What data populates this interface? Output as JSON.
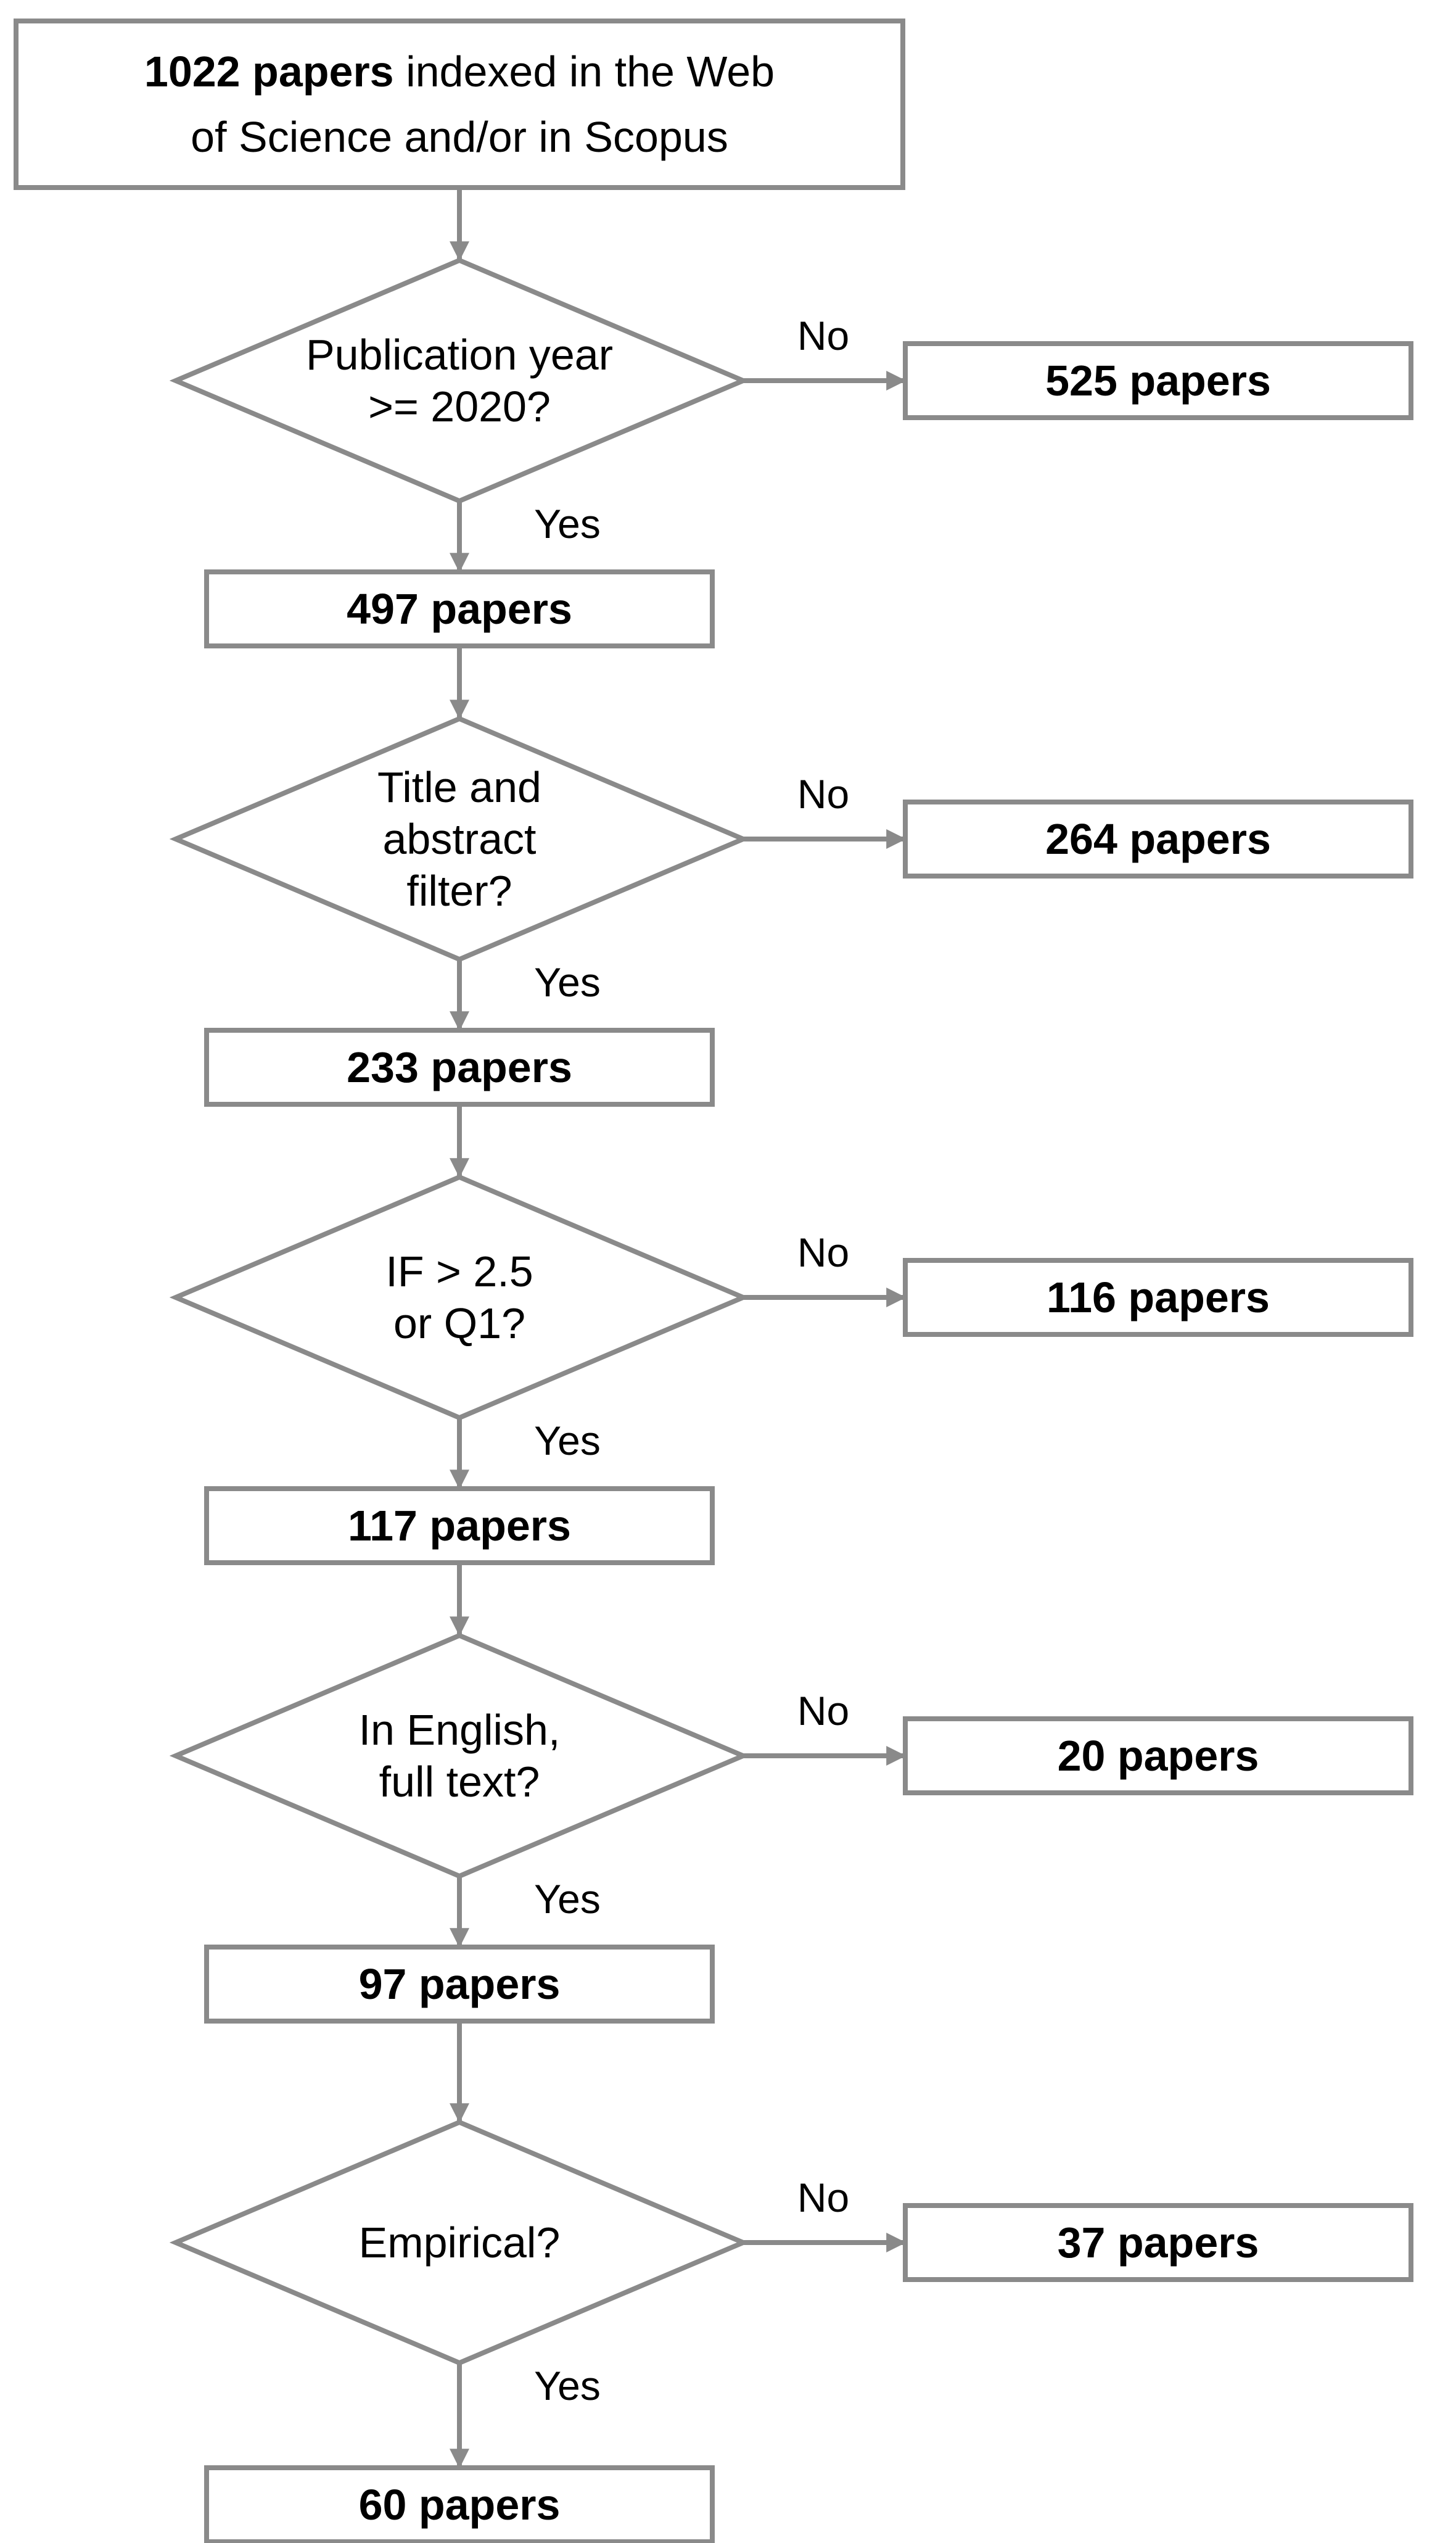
{
  "start": {
    "bold": "1022 papers",
    "rest": " indexed in the Web",
    "line2": "of Science and/or in Scopus"
  },
  "steps": [
    {
      "question": [
        "Publication year",
        ">= 2020?"
      ],
      "no_label": "No",
      "excluded": "525 papers",
      "yes_label": "Yes",
      "remaining": "497 papers"
    },
    {
      "question": [
        "Title and",
        "abstract",
        "filter?"
      ],
      "no_label": "No",
      "excluded": "264 papers",
      "yes_label": "Yes",
      "remaining": "233 papers"
    },
    {
      "question": [
        "IF > 2.5",
        "or Q1?"
      ],
      "no_label": "No",
      "excluded": "116 papers",
      "yes_label": "Yes",
      "remaining": "117 papers"
    },
    {
      "question": [
        "In English,",
        "full text?"
      ],
      "no_label": "No",
      "excluded": "20 papers",
      "yes_label": "Yes",
      "remaining": "97 papers"
    },
    {
      "question": [
        "Empirical?"
      ],
      "no_label": "No",
      "excluded": "37 papers",
      "yes_label": "Yes",
      "remaining": "60 papers"
    }
  ],
  "colors": {
    "stroke": "#8a8a8a",
    "text": "#000000",
    "background": "#ffffff"
  }
}
